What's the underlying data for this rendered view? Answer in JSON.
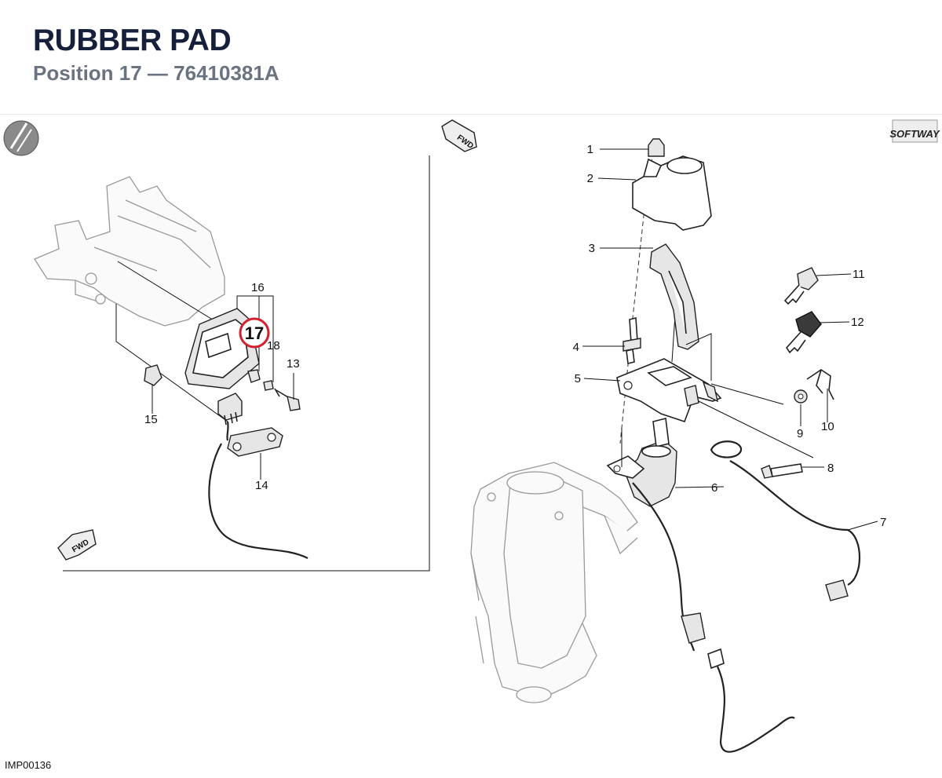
{
  "header": {
    "title": "RUBBER PAD",
    "subtitle": "Position 17 — 76410381A"
  },
  "diagram": {
    "highlighted_position": "17",
    "highlight_color": "#d3202e",
    "fwd_label": "FWD",
    "logo_text": "SOFTWAY",
    "callouts": [
      "1",
      "2",
      "3",
      "4",
      "5",
      "6",
      "7",
      "8",
      "9",
      "10",
      "11",
      "12",
      "13",
      "14",
      "15",
      "16",
      "18"
    ]
  },
  "footer": {
    "image_code": "IMP00136"
  }
}
